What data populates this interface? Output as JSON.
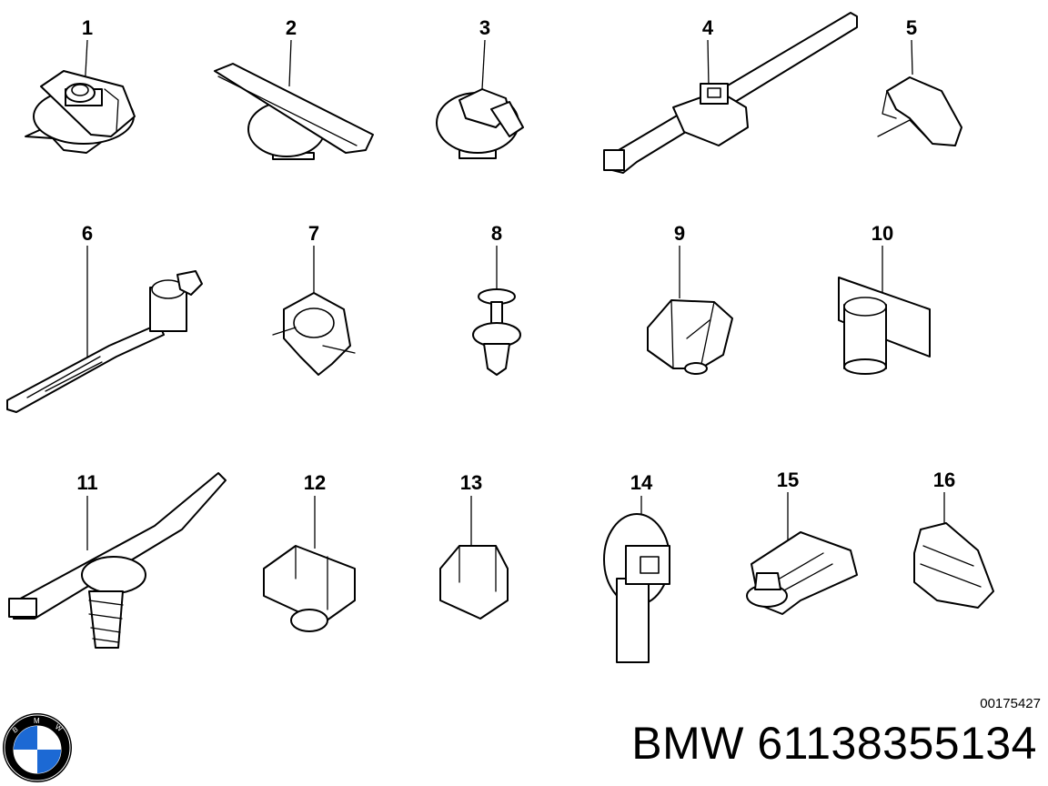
{
  "callouts": [
    {
      "label": "1"
    },
    {
      "label": "2"
    },
    {
      "label": "3"
    },
    {
      "label": "4"
    },
    {
      "label": "5"
    },
    {
      "label": "6"
    },
    {
      "label": "7"
    },
    {
      "label": "8"
    },
    {
      "label": "9"
    },
    {
      "label": "10"
    },
    {
      "label": "11"
    },
    {
      "label": "12"
    },
    {
      "label": "13"
    },
    {
      "label": "14"
    },
    {
      "label": "15"
    },
    {
      "label": "16"
    }
  ],
  "logo": {
    "lettering": "BMW",
    "colors": {
      "blue": "#1c69d4",
      "ring": "#000000",
      "white": "#ffffff"
    }
  },
  "footer": {
    "doc_code": "00175427",
    "part_title": "BMW 61138355134"
  }
}
